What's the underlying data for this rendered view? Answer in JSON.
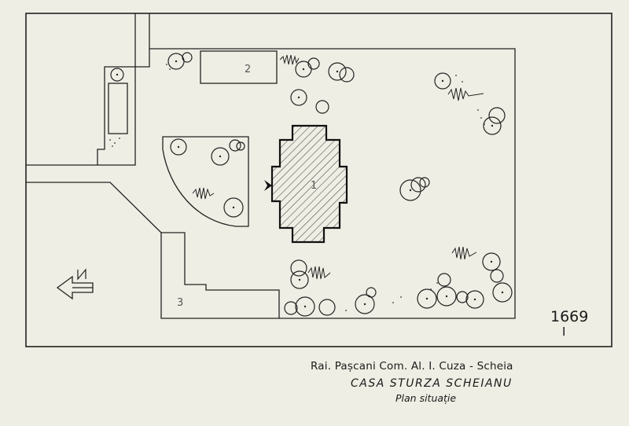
{
  "sheet": {
    "number": "1669",
    "subnumber": "I"
  },
  "title_block": {
    "location": "Rai. Pașcani   Com. Al. I. Cuza - Scheia",
    "building": "CASA STURZA SCHEIANU",
    "caption": "Plan situație"
  },
  "plan": {
    "building_numbers": {
      "main_house": "1",
      "annex_north": "2",
      "annex_south": "3"
    },
    "north_arrow": "N",
    "ink_color": "#222222",
    "paper_color": "#efeee4"
  }
}
